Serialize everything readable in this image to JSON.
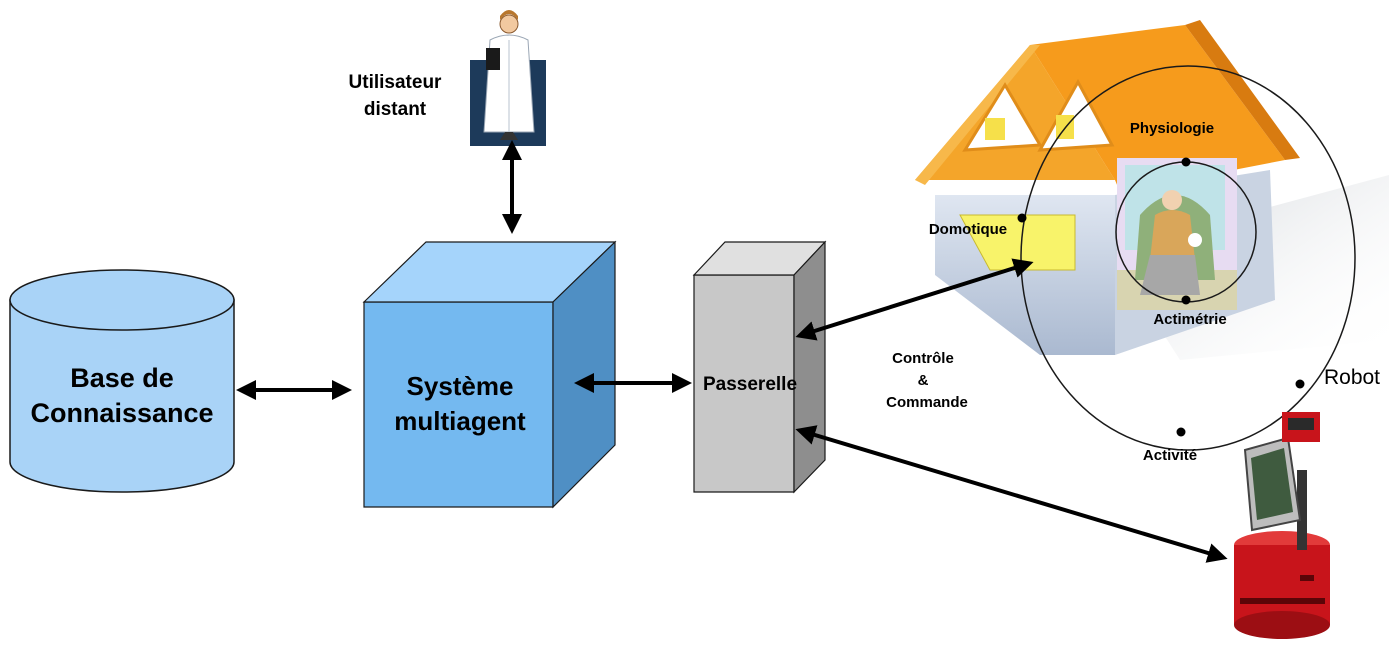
{
  "nodes": {
    "knowledge_base": {
      "line1": "Base de",
      "line2": "Connaissance"
    },
    "mas": {
      "line1": "Système",
      "line2": "multiagent"
    },
    "gateway": {
      "label": "Passerelle"
    },
    "remote_user": {
      "line1": "Utilisateur",
      "line2": "distant"
    },
    "control": {
      "line1": "Contrôle",
      "line2": "&",
      "line3": "Commande"
    },
    "robot": {
      "label": "Robot"
    }
  },
  "sensor_labels": {
    "physiology": "Physiologie",
    "home_automation": "Domotique",
    "actimetry": "Actimétrie",
    "activity": "Activité"
  },
  "colors": {
    "cylinder_fill": "#a9d3f7",
    "cube_front": "#74b9f0",
    "cube_top": "#a5d4fb",
    "cube_side": "#4f8fc4",
    "gateway_front": "#c8c8c8",
    "gateway_side": "#8e8e8e",
    "roof": "#f4a52a",
    "robot_red": "#c8141b"
  }
}
